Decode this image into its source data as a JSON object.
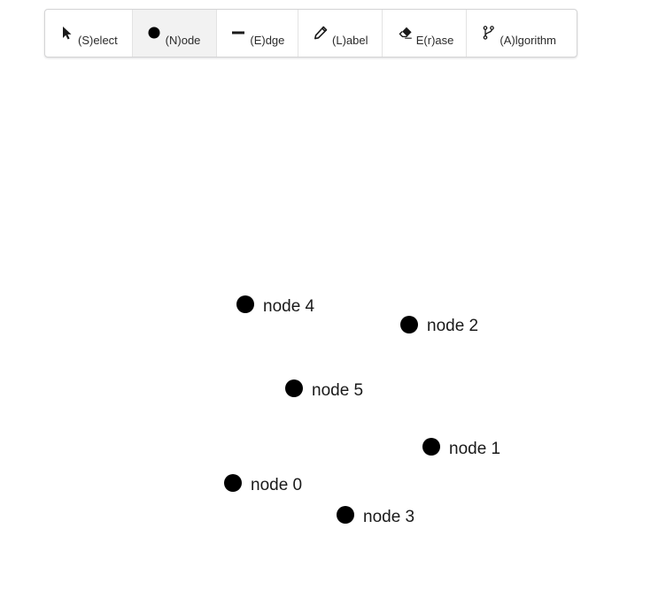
{
  "toolbar": {
    "tools": [
      {
        "key": "select",
        "label": "(S)elect",
        "icon": "cursor-arrow-icon"
      },
      {
        "key": "node",
        "label": "(N)ode",
        "icon": "circle-dot-icon",
        "active": true
      },
      {
        "key": "edge",
        "label": "(E)dge",
        "icon": "minus-line-icon"
      },
      {
        "key": "label",
        "label": "(L)abel",
        "icon": "pencil-icon"
      },
      {
        "key": "erase",
        "label": "E(r)ase",
        "icon": "eraser-icon"
      },
      {
        "key": "algorithm",
        "label": "(A)lgorithm",
        "icon": "code-branch-icon"
      }
    ]
  },
  "graph": {
    "nodes": [
      {
        "id": 0,
        "label": "node 0"
      },
      {
        "id": 1,
        "label": "node 1"
      },
      {
        "id": 2,
        "label": "node 2"
      },
      {
        "id": 3,
        "label": "node 3"
      },
      {
        "id": 4,
        "label": "node 4"
      },
      {
        "id": 5,
        "label": "node 5"
      }
    ]
  },
  "colors": {
    "node_fill": "#000000",
    "active_tool_bg": "#f2f2f2"
  }
}
